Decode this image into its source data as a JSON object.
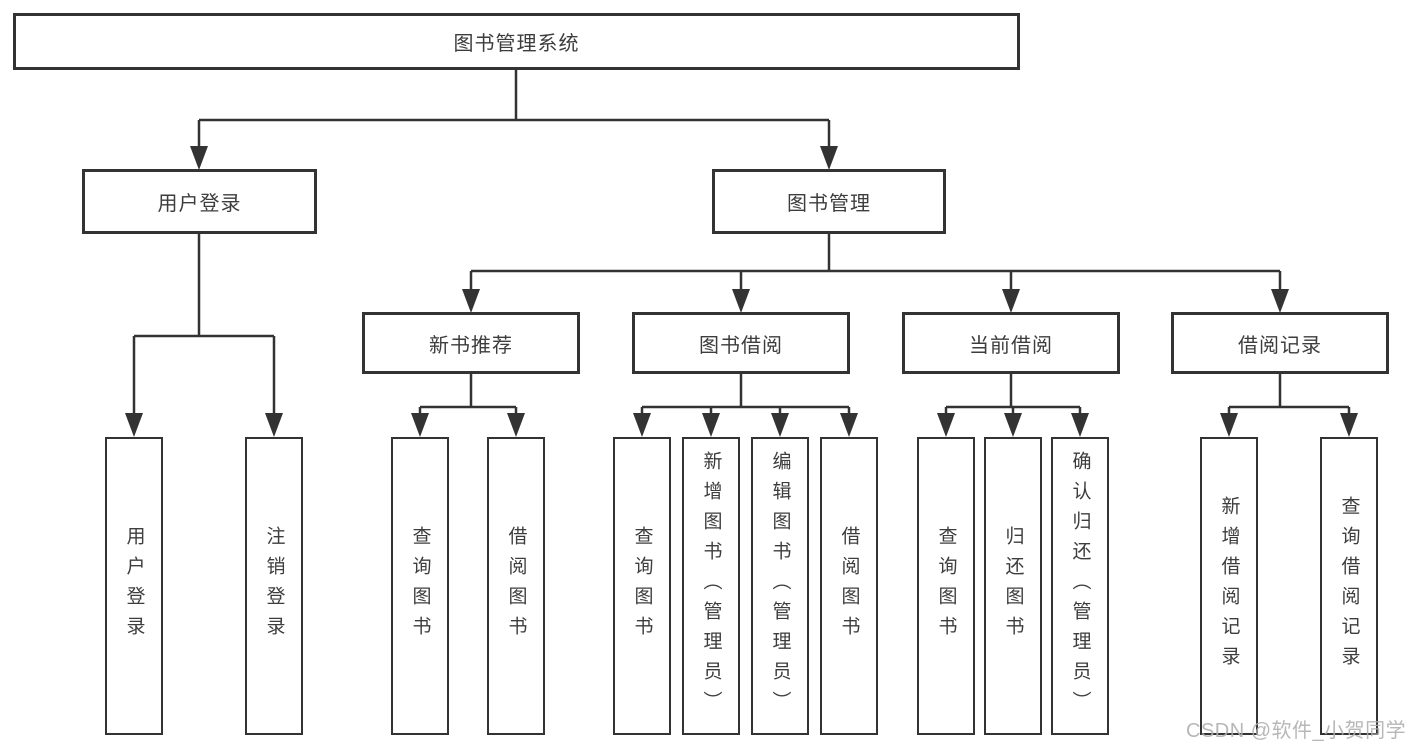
{
  "page": {
    "watermark": "CSDN @软件_小贺同学"
  },
  "colors": {
    "line": "#333333",
    "box_border": "#333333",
    "box_background": "#ffffff",
    "text": "#3d3d3d",
    "watermark": "#b0b0b0"
  },
  "tree": {
    "root": {
      "label": "图书管理系统"
    },
    "user_login": {
      "label": "用户登录",
      "children": [
        {
          "label": "用户登录"
        },
        {
          "label": "注销登录"
        }
      ]
    },
    "book_management": {
      "label": "图书管理",
      "sections": [
        {
          "label": "新书推荐",
          "children": [
            {
              "label": "查询图书"
            },
            {
              "label": "借阅图书"
            }
          ]
        },
        {
          "label": "图书借阅",
          "children": [
            {
              "label": "查询图书"
            },
            {
              "label": "新增图书（管理员）"
            },
            {
              "label": "编辑图书（管理员）"
            },
            {
              "label": "借阅图书"
            }
          ]
        },
        {
          "label": "当前借阅",
          "children": [
            {
              "label": "查询图书"
            },
            {
              "label": "归还图书"
            },
            {
              "label": "确认归还（管理员）"
            }
          ]
        },
        {
          "label": "借阅记录",
          "children": [
            {
              "label": "新增借阅记录"
            },
            {
              "label": "查询借阅记录"
            }
          ]
        }
      ]
    }
  }
}
